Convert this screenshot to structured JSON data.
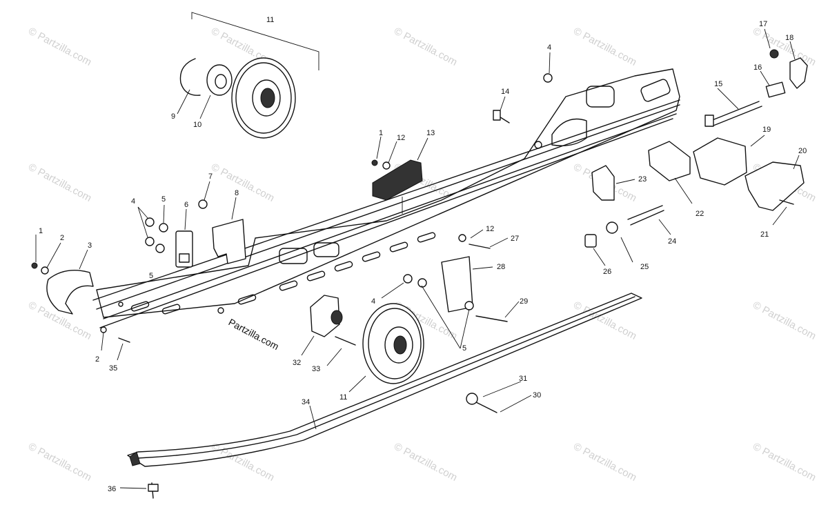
{
  "watermark_text": "© Partzilla.com",
  "brand_text": "Partzilla.com",
  "callouts": [
    "1",
    "2",
    "3",
    "4",
    "5",
    "6",
    "7",
    "8",
    "9",
    "10",
    "11",
    "12",
    "13",
    "14",
    "15",
    "16",
    "17",
    "18",
    "19",
    "20",
    "21",
    "22",
    "23",
    "24",
    "25",
    "26",
    "27",
    "28",
    "29",
    "30",
    "31",
    "32",
    "33",
    "34",
    "35",
    "36"
  ]
}
